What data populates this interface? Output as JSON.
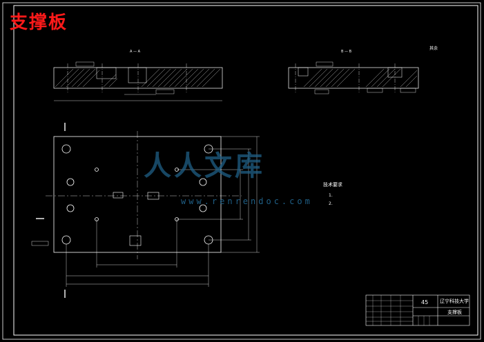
{
  "title": "支撑板",
  "watermark": {
    "text": "人人文库",
    "url": "www.renrendoc.com"
  },
  "section_labels": {
    "aa": "A — A",
    "bb": "B — B"
  },
  "misc_labels": {
    "top_right": "其余",
    "note_title": "技术要求"
  },
  "notes": [
    "1.",
    "2."
  ],
  "title_block": {
    "school": "辽宁科技大学",
    "part_name": "支撑板",
    "material": "45"
  },
  "colors": {
    "line": "#ffffff",
    "frame": "#ffffff",
    "title": "#ff1a1a",
    "watermark": "#1f5f86"
  }
}
